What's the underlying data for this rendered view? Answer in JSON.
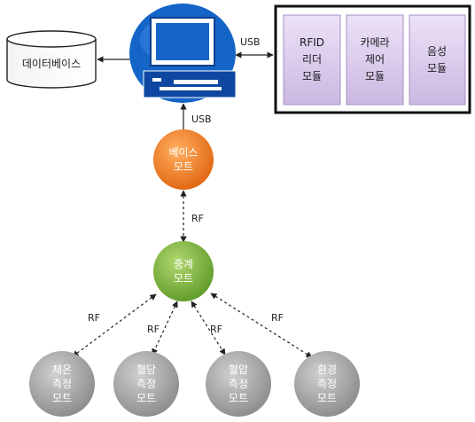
{
  "database": {
    "label": "데이터베이스"
  },
  "links": {
    "usb_top": "USB",
    "usb_down": "USB",
    "rf_base_relay": "RF",
    "rf_1": "RF",
    "rf_2": "RF",
    "rf_3": "RF",
    "rf_4": "RF"
  },
  "modules": [
    {
      "lines": [
        "RFID",
        "리더",
        "모듈"
      ]
    },
    {
      "lines": [
        "카메라",
        "제어",
        "모듈"
      ]
    },
    {
      "lines": [
        "음성",
        "모듈"
      ]
    }
  ],
  "base_mote": {
    "lines": [
      "베이스",
      "모트"
    ]
  },
  "relay_mote": {
    "lines": [
      "중계",
      "모트"
    ]
  },
  "sensor_motes": [
    {
      "lines": [
        "체온",
        "측정",
        "모트"
      ]
    },
    {
      "lines": [
        "혈당",
        "측정",
        "모트"
      ]
    },
    {
      "lines": [
        "혈압",
        "측정",
        "모트"
      ]
    },
    {
      "lines": [
        "환경",
        "측정",
        "모트"
      ]
    }
  ],
  "colors": {
    "base": "#f07820",
    "relay": "#7ab53a",
    "sensor": "#a8a8a8",
    "module_fill": "#d8c8ea",
    "module_border": "#a890c8",
    "computer": "#1565c8"
  }
}
